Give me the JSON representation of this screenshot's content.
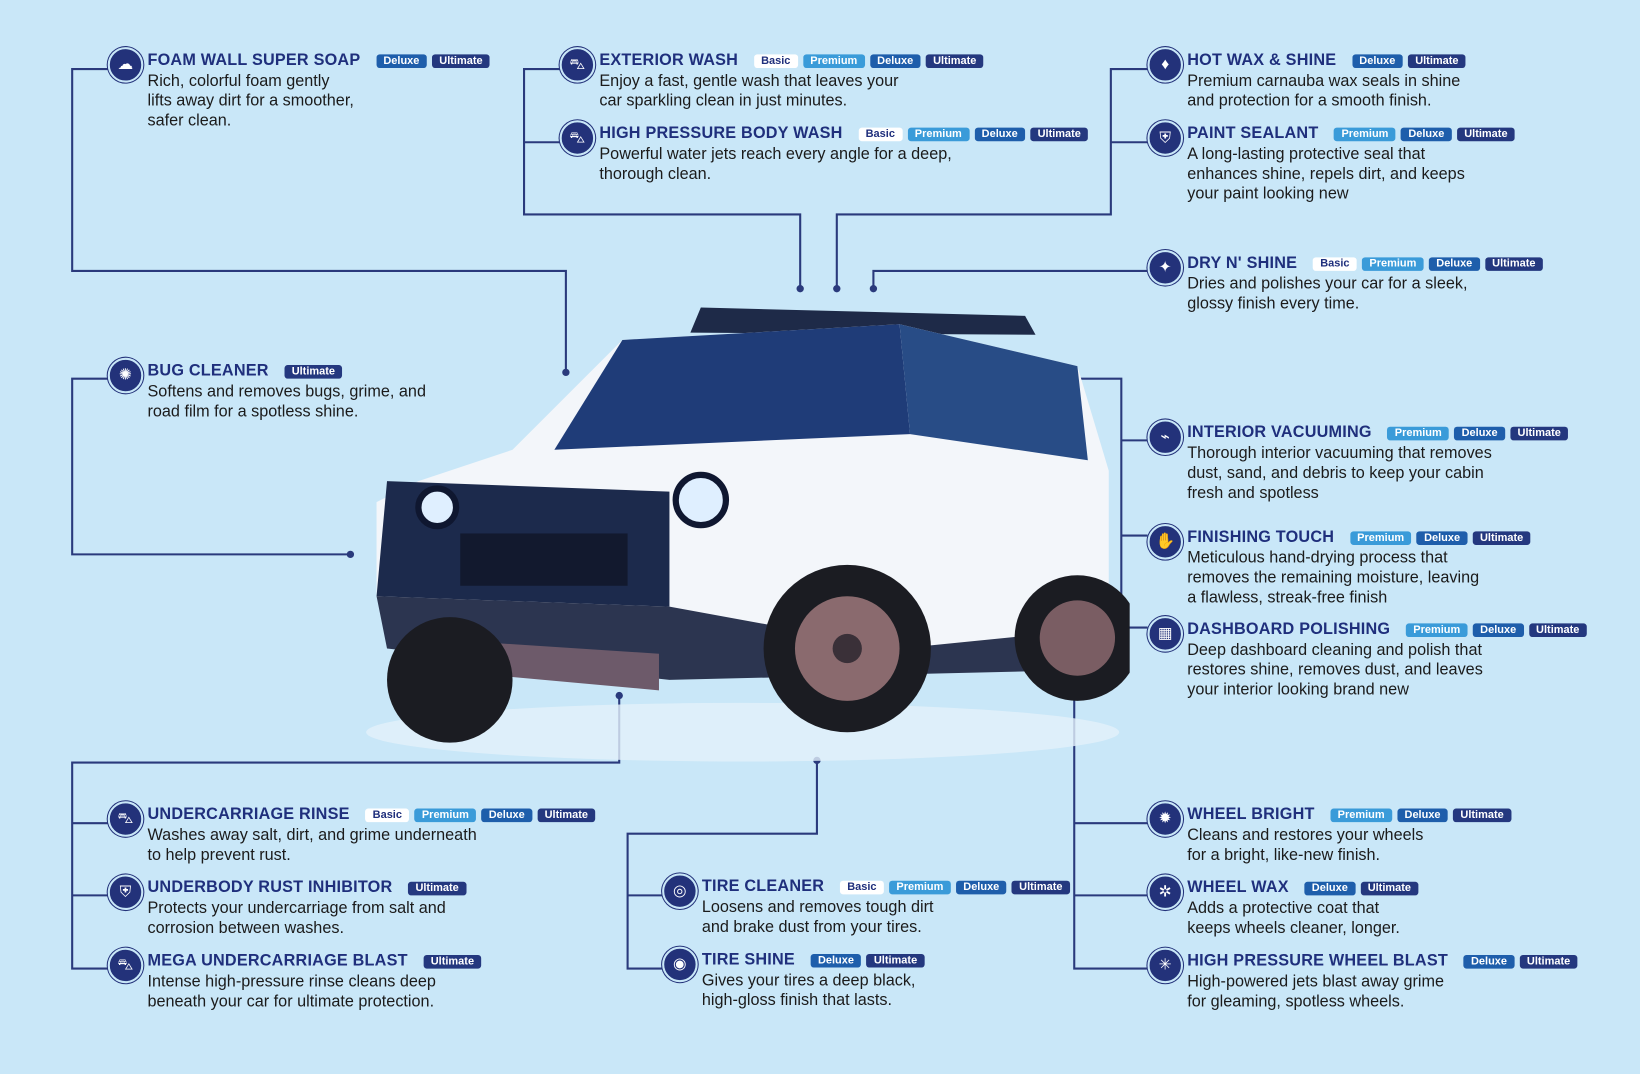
{
  "colors": {
    "background": "#c9e7f8",
    "navy": "#23327a",
    "basic": "#ffffff",
    "premium": "#3a9bd9",
    "deluxe": "#1e5eab",
    "ultimate": "#24387f"
  },
  "services": [
    {
      "name": "FOAM WALL SUPER SOAP",
      "icon": "foam-icon",
      "badges": [
        "Deluxe",
        "Ultimate"
      ],
      "desc": [
        "Rich, colorful foam gently",
        "lifts away dirt for a smoother,",
        "safer clean."
      ]
    },
    {
      "name": "BUG CLEANER",
      "icon": "bug-icon",
      "badges": [
        "Ultimate"
      ],
      "desc": [
        "Softens and removes bugs, grime, and",
        "road film for a spotless shine."
      ]
    },
    {
      "name": "UNDERCARRIAGE RINSE",
      "icon": "car-underside-icon",
      "badges": [
        "Basic",
        "Premium",
        "Deluxe",
        "Ultimate"
      ],
      "desc": [
        "Washes away salt, dirt, and grime underneath",
        "to help prevent rust."
      ]
    },
    {
      "name": "UNDERBODY RUST INHIBITOR",
      "icon": "shield-icon",
      "badges": [
        "Ultimate"
      ],
      "desc": [
        "Protects your undercarriage from salt and",
        "corrosion between washes."
      ]
    },
    {
      "name": "MEGA UNDERCARRIAGE BLAST",
      "icon": "car-blast-icon",
      "badges": [
        "Ultimate"
      ],
      "desc": [
        "Intense high-pressure rinse cleans deep",
        "beneath your car for ultimate protection."
      ]
    },
    {
      "name": "EXTERIOR WASH",
      "icon": "car-wash-icon",
      "badges": [
        "Basic",
        "Premium",
        "Deluxe",
        "Ultimate"
      ],
      "desc": [
        "Enjoy a fast, gentle wash that leaves your",
        "car sparkling clean in just minutes."
      ]
    },
    {
      "name": "HIGH PRESSURE BODY WASH",
      "icon": "car-spray-icon",
      "badges": [
        "Basic",
        "Premium",
        "Deluxe",
        "Ultimate"
      ],
      "desc": [
        "Powerful water jets reach every angle for a deep,",
        "thorough clean."
      ]
    },
    {
      "name": "TIRE CLEANER",
      "icon": "tire-icon",
      "badges": [
        "Basic",
        "Premium",
        "Deluxe",
        "Ultimate"
      ],
      "desc": [
        "Loosens and removes tough dirt",
        "and brake dust from your tires."
      ]
    },
    {
      "name": "TIRE SHINE",
      "icon": "tire-shine-icon",
      "badges": [
        "Deluxe",
        "Ultimate"
      ],
      "desc": [
        "Gives your tires a deep black,",
        "high-gloss finish that lasts."
      ]
    },
    {
      "name": "HOT WAX & SHINE",
      "icon": "wax-drop-icon",
      "badges": [
        "Deluxe",
        "Ultimate"
      ],
      "desc": [
        "Premium carnauba wax seals in shine",
        "and protection for a smooth finish."
      ]
    },
    {
      "name": "PAINT SEALANT",
      "icon": "shield-star-icon",
      "badges": [
        "Premium",
        "Deluxe",
        "Ultimate"
      ],
      "desc": [
        "A long-lasting protective seal that",
        "enhances shine, repels dirt, and keeps",
        "your paint looking new"
      ]
    },
    {
      "name": "DRY N' SHINE",
      "icon": "sparkle-icon",
      "badges": [
        "Basic",
        "Premium",
        "Deluxe",
        "Ultimate"
      ],
      "desc": [
        "Dries and polishes your car for a sleek,",
        "glossy finish every time."
      ]
    },
    {
      "name": "INTERIOR VACUUMING",
      "icon": "vacuum-icon",
      "badges": [
        "Premium",
        "Deluxe",
        "Ultimate"
      ],
      "desc": [
        "Thorough interior vacuuming that removes",
        "dust, sand, and debris to keep your cabin",
        "fresh and spotless"
      ]
    },
    {
      "name": "FINISHING TOUCH",
      "icon": "hand-dry-icon",
      "badges": [
        "Premium",
        "Deluxe",
        "Ultimate"
      ],
      "desc": [
        "Meticulous hand-drying process that",
        "removes the remaining moisture, leaving",
        "a flawless, streak-free finish"
      ]
    },
    {
      "name": "DASHBOARD POLISHING",
      "icon": "dashboard-icon",
      "badges": [
        "Premium",
        "Deluxe",
        "Ultimate"
      ],
      "desc": [
        "Deep dashboard cleaning and polish that",
        "restores shine, removes dust, and leaves",
        "your interior looking brand new"
      ]
    },
    {
      "name": "WHEEL BRIGHT",
      "icon": "wheel-icon",
      "badges": [
        "Premium",
        "Deluxe",
        "Ultimate"
      ],
      "desc": [
        "Cleans and restores your wheels",
        "for a bright, like-new finish."
      ]
    },
    {
      "name": "WHEEL WAX",
      "icon": "wheel-wax-icon",
      "badges": [
        "Deluxe",
        "Ultimate"
      ],
      "desc": [
        "Adds a protective coat that",
        "keeps wheels cleaner, longer."
      ]
    },
    {
      "name": "HIGH PRESSURE WHEEL BLAST",
      "icon": "wheel-blast-icon",
      "badges": [
        "Deluxe",
        "Ultimate"
      ],
      "desc": [
        "High-powered jets blast away grime",
        "for gleaming, spotless wheels."
      ]
    }
  ]
}
